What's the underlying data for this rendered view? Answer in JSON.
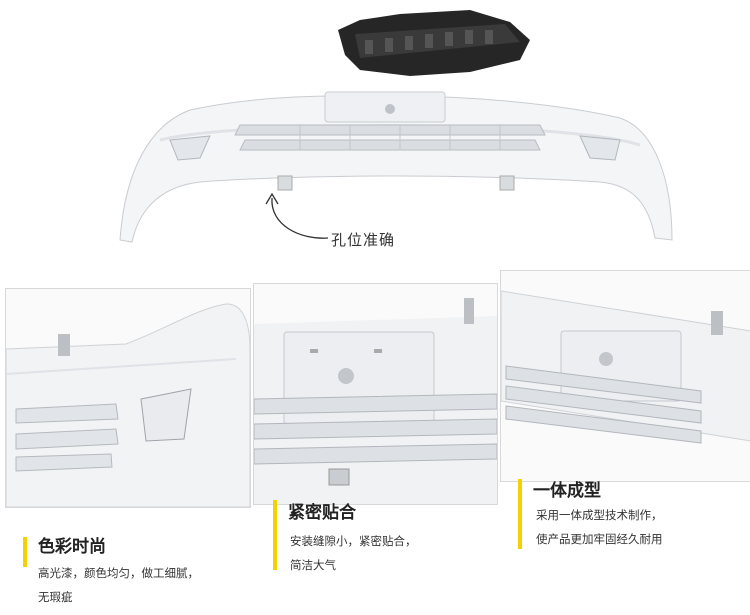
{
  "hero": {
    "callout": "孔位准确"
  },
  "features": [
    {
      "title": "色彩时尚",
      "desc_line1": "高光漆，颜色均匀，做工细腻，",
      "desc_line2": "无瑕疵"
    },
    {
      "title": "紧密贴合",
      "desc_line1": "安装缝隙小，紧密贴合，",
      "desc_line2": "简洁大气"
    },
    {
      "title": "一体成型",
      "desc_line1": "采用一体成型技术制作，",
      "desc_line2": "使产品更加牢固经久耐用"
    }
  ],
  "colors": {
    "accent_bar": "#f2d300",
    "bumper_white": "#f4f5f7"
  }
}
